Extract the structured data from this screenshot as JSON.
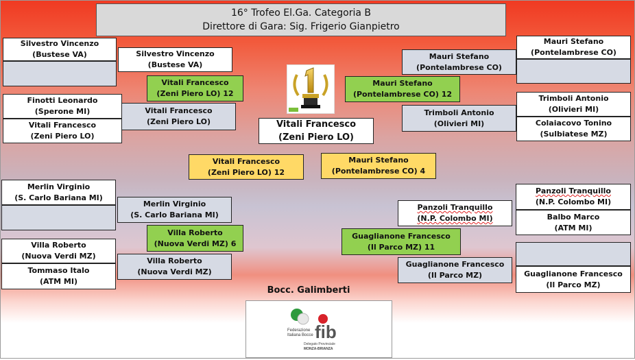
{
  "header": {
    "line1": "16° Trofeo El.Ga.  Categoria B",
    "line2": "Direttore di Gara: Sig. Frigerio Gianpietro"
  },
  "champion": {
    "name": "Vitali Francesco",
    "club": "(Zeni Piero LO)"
  },
  "trophy": {
    "icon": "trophy-number-one-icon"
  },
  "left": {
    "r1": [
      {
        "name": "Silvestro Vincenzo",
        "club": "(Bustese VA)"
      },
      {
        "name": "",
        "club": ""
      },
      {
        "name": "Finotti Leonardo",
        "club": "(Sperone MI)"
      },
      {
        "name": "Vitali Francesco",
        "club": "(Zeni Piero LO)"
      },
      {
        "name": "Merlin Virginio",
        "club": "(S. Carlo Bariana MI)"
      },
      {
        "name": "",
        "club": ""
      },
      {
        "name": "Villa Roberto",
        "club": "(Nuova Verdi MZ)"
      },
      {
        "name": "Tommaso Italo",
        "club": "(ATM MI)"
      }
    ],
    "r2": [
      {
        "name": "Silvestro Vincenzo",
        "club": "(Bustese VA)"
      },
      {
        "name": "Vitali Francesco",
        "club": "(Zeni Piero LO)"
      },
      {
        "name": "Merlin Virginio",
        "club": "(S. Carlo Bariana MI)"
      },
      {
        "name": "Villa Roberto",
        "club": "(Nuova Verdi MZ)"
      }
    ],
    "r3": [
      {
        "name": "Vitali Francesco",
        "club": "(Zeni Piero LO)  12"
      },
      {
        "name": "Villa Roberto",
        "club": "(Nuova Verdi MZ)  6"
      }
    ],
    "semi": {
      "name": "Vitali Francesco",
      "club": "(Zeni Piero LO)   12"
    }
  },
  "right": {
    "r1": [
      {
        "name": "Mauri Stefano",
        "club": "(Pontelambrese CO)"
      },
      {
        "name": "",
        "club": ""
      },
      {
        "name": "Trimboli Antonio",
        "club": "(Olivieri MI)"
      },
      {
        "name": "Colaiacovo Tonino",
        "club": "(Sulbiatese MZ)"
      },
      {
        "name": "Panzoli Tranquillo",
        "club": "(N.P. Colombo MI)"
      },
      {
        "name": "Balbo Marco",
        "club": "(ATM MI)"
      },
      {
        "name": "",
        "club": ""
      },
      {
        "name": "Guaglianone Francesco",
        "club": "(Il Parco MZ)"
      }
    ],
    "r2": [
      {
        "name": "Mauri Stefano",
        "club": "(Pontelambrese CO)"
      },
      {
        "name": "Trimboli Antonio",
        "club": "(Olivieri MI)"
      },
      {
        "name": "Panzoli Tranquillo",
        "club": "(N.P. Colombo MI)"
      },
      {
        "name": "Guaglianone Francesco",
        "club": "(Il Parco MZ)"
      }
    ],
    "r3": [
      {
        "name": "Mauri Stefano",
        "club": "(Pontelambrese CO) 12"
      },
      {
        "name": "Guaglianone Francesco",
        "club": "(Il Parco MZ)   11"
      }
    ],
    "semi": {
      "name": "Mauri Stefano",
      "club": "(Pontelambrese CO) 4"
    }
  },
  "footer": {
    "caption": "Bocc. Galimberti",
    "logo": {
      "brand": "fib",
      "line1": "Federazione",
      "line2": "Italiana Bocce",
      "line3": "Delegato Provinciale",
      "line4": "MONZA-BRIANZA"
    }
  }
}
